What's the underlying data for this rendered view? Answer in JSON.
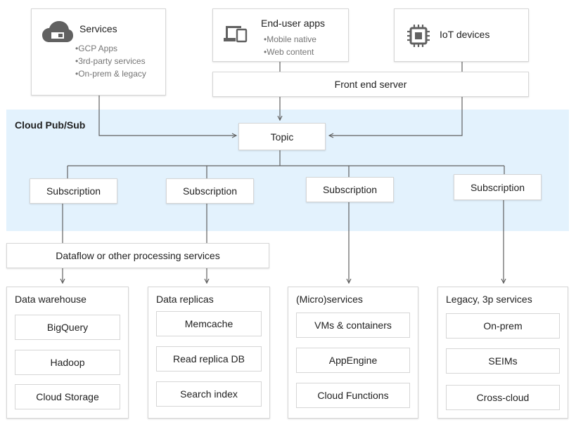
{
  "pubsub": {
    "label": "Cloud Pub/Sub",
    "topic": "Topic"
  },
  "sources": {
    "services": {
      "title": "Services",
      "bullets": [
        "GCP Apps",
        "3rd-party services",
        "On-prem & legacy"
      ],
      "icon": "cloud-icon"
    },
    "end_user": {
      "title": "End-user apps",
      "bullets": [
        "Mobile native",
        "Web content"
      ],
      "icon": "devices-icon"
    },
    "iot": {
      "title": "IoT devices",
      "icon": "chip-icon"
    }
  },
  "front_end_server": "Front end server",
  "subscriptions": [
    "Subscription",
    "Subscription",
    "Subscription",
    "Subscription"
  ],
  "dataflow": "Dataflow or other processing services",
  "destinations": [
    {
      "title": "Data warehouse",
      "items": [
        "BigQuery",
        "Hadoop",
        "Cloud Storage"
      ]
    },
    {
      "title": "Data replicas",
      "items": [
        "Memcache",
        "Read replica DB",
        "Search index"
      ]
    },
    {
      "title": "(Micro)services",
      "items": [
        "VMs & containers",
        "AppEngine",
        "Cloud Functions"
      ]
    },
    {
      "title": "Legacy, 3p services",
      "items": [
        "On-prem",
        "SEIMs",
        "Cross-cloud"
      ]
    }
  ],
  "colors": {
    "band": "#e3f2fd",
    "line": "#616161",
    "icon": "#616161"
  }
}
